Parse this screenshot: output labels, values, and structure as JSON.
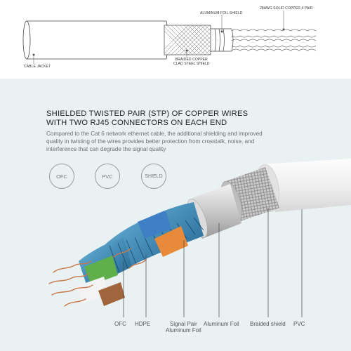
{
  "top_labels": {
    "copper_pair": "28AWG SOLID COPPER 4 PAIR",
    "aluminum_foil_shield": "ALUMINUM FOIL SHIELD",
    "cable_jacket": "CABLE JACKET",
    "braided_line1": "BRAIDED COPPER",
    "braided_line2": "CLAD STEEL SHIELD"
  },
  "title_line1": "SHIELDED TWISTED PAIR (STP) OF COPPER WIRES",
  "title_line2": "WITH TWO RJ45 CONNECTORS ON EACH END",
  "description": "Compared to the Cat 6 network ethernet cable, the additional shielding and improved quality in twisting of the wires provides better protection from crosstalk, noise, and interference that can degrade the signal quality",
  "badges": [
    "OFC",
    "PVC",
    "SHIELD"
  ],
  "bottom_labels": {
    "ofc": "OFC",
    "hdpe": "HDPE",
    "signal_pair_line1": "Signal Pair",
    "signal_pair_line2": "Aluminum Foil",
    "aluminum_foil": "Aluminum Foil",
    "braided_shield": "Braided shield",
    "pvc": "PVC"
  },
  "colors": {
    "panel_background": "#e9f1f2",
    "pair_blue": "#3d8fc0",
    "copper": "#c8784a",
    "jacket": "#f4f4f4",
    "braid": "#b7b7b7"
  }
}
